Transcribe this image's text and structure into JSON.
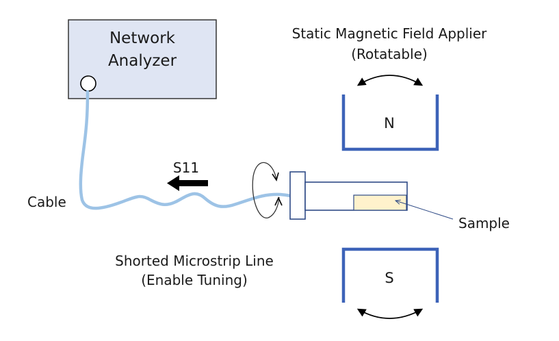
{
  "network_analyzer": {
    "line1": "Network",
    "line2": "Analyzer"
  },
  "magnet": {
    "title_line1": "Static Magnetic Field Applier",
    "title_line2": "(Rotatable)",
    "north_pole": "N",
    "south_pole": "S"
  },
  "signal_label": "S11",
  "cable_label": "Cable",
  "sample_label": "Sample",
  "microstrip": {
    "line1": "Shorted Microstrip Line",
    "line2": "(Enable Tuning)"
  },
  "colors": {
    "box_fill": "#dfe5f3",
    "outline": "#2e4a86",
    "magnet_blue": "#3d63b8",
    "cable": "#9dc3e6",
    "sample_fill": "#fff2cc",
    "arrow": "#000000"
  }
}
